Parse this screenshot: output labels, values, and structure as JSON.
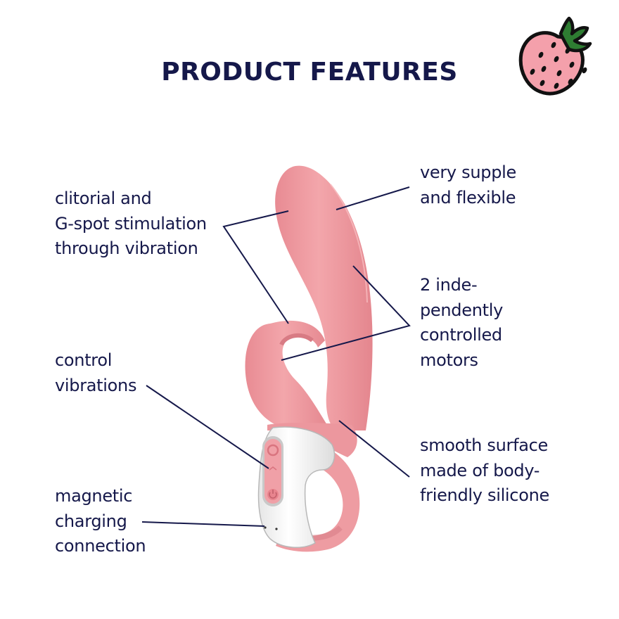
{
  "header": {
    "title": "PRODUCT FEATURES",
    "icon": "strawberry-icon"
  },
  "colors": {
    "text": "#15184a",
    "product_pink": "#ec9aa0",
    "product_white": "#f4f4f4",
    "strawberry_pink": "#f4a0ab",
    "strawberry_leaf": "#2e7d32"
  },
  "features": {
    "left": [
      {
        "id": "stimulation",
        "lines": [
          "clitorial and",
          "G-spot stimulation",
          "through vibration"
        ]
      },
      {
        "id": "control",
        "lines": [
          "control",
          "vibrations"
        ]
      },
      {
        "id": "charging",
        "lines": [
          "magnetic",
          "charging",
          "connection"
        ]
      }
    ],
    "right": [
      {
        "id": "supple",
        "lines": [
          "very supple",
          "and flexible"
        ]
      },
      {
        "id": "motors",
        "lines": [
          "2 inde-",
          "pendently",
          "controlled",
          "motors"
        ]
      },
      {
        "id": "surface",
        "lines": [
          "smooth surface",
          "made of body-",
          "friendly silicone"
        ]
      }
    ]
  }
}
